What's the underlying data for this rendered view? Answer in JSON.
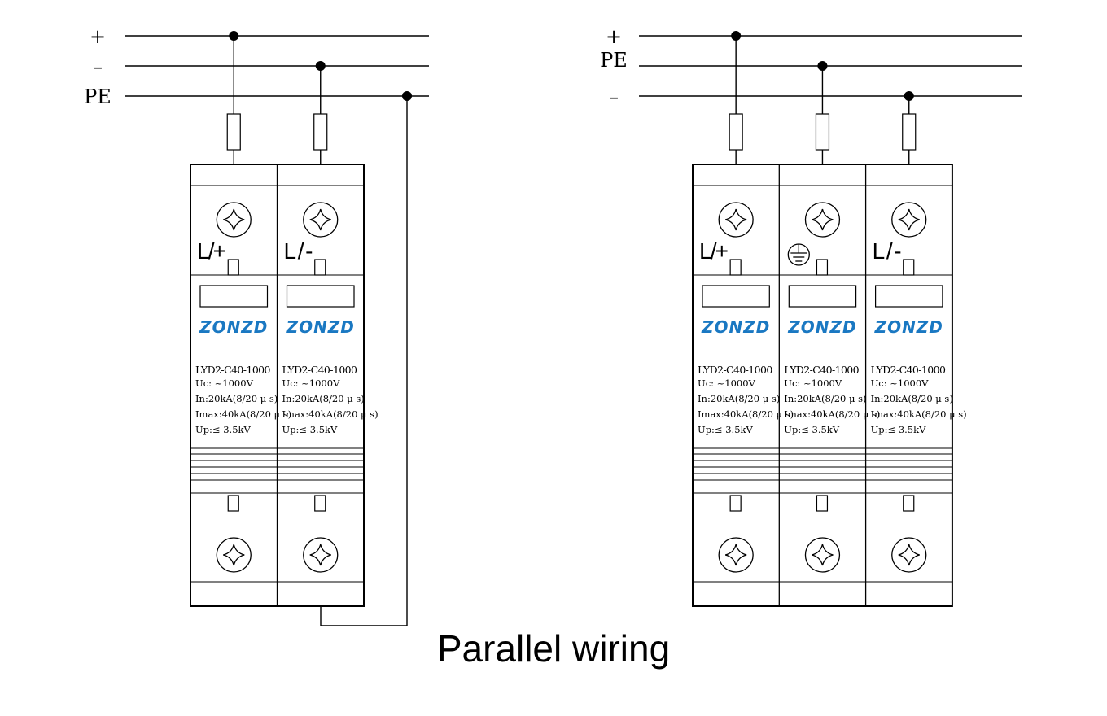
{
  "title": "Parallel wiring",
  "colors": {
    "line": "#000000",
    "brand": "#1a78c2",
    "background": "#ffffff"
  },
  "brand": "ZONZD",
  "pole_spec": {
    "model": "LYD2-C40-1000",
    "uc": "Uc: ~1000V",
    "in": "In:20kA(8/20 μ s)",
    "imax": "Imax:40kA(8/20 μ s)",
    "up": "Up:≤ 3.5kV"
  },
  "left_diagram": {
    "bus_labels": [
      "+",
      "–",
      "PE"
    ],
    "poles": [
      {
        "label": "L/+",
        "icon": "terminal-screw-icon"
      },
      {
        "label": "L/-",
        "icon": "terminal-screw-icon"
      }
    ]
  },
  "right_diagram": {
    "bus_labels": [
      "+",
      "PE",
      "–"
    ],
    "poles": [
      {
        "label": "L/+",
        "icon": "terminal-screw-icon"
      },
      {
        "label": "",
        "icon": "ground-symbol-icon"
      },
      {
        "label": "L/-",
        "icon": "terminal-screw-icon"
      }
    ]
  }
}
